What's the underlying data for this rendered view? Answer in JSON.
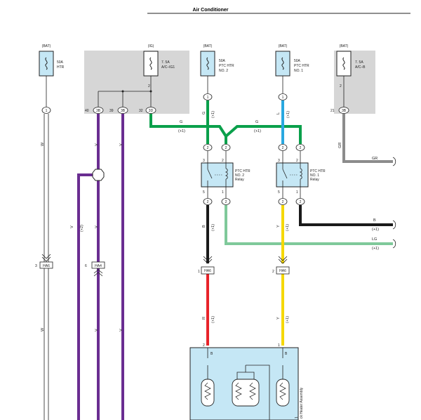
{
  "title": "Air Conditioner",
  "colors": {
    "green": "#0aa04b",
    "purple": "#6a2d91",
    "cyan": "#29a8e0",
    "yellow": "#f5d800",
    "red": "#e8242a",
    "black": "#1a1a1a",
    "gray": "#8c8c8c",
    "lightgreen": "#7fc99a",
    "box_blue": "#c5e7f5",
    "gray_box": "#d6d6d6"
  },
  "fuses": {
    "htr": {
      "source": "(BAT)",
      "rating": "50A",
      "name": "HTR"
    },
    "ig1": {
      "source": "(IG)",
      "rating": "7. 5A",
      "name": "A/C–IG1"
    },
    "ptc2": {
      "source": "(BAT)",
      "rating": "50A",
      "name1": "PTC HTR",
      "name2": "NO. 2"
    },
    "ptc1": {
      "source": "(BAT)",
      "rating": "50A",
      "name1": "PTC HTR",
      "name2": "NO. 1"
    },
    "acb": {
      "source": "(BAT)",
      "rating": "7. 5A",
      "name": "A/C–B"
    }
  },
  "relays": {
    "r2": {
      "line1": "PTC HTR",
      "line2": "NO. 2",
      "line3": "Relay"
    },
    "r1": {
      "line1": "PTC HTR",
      "line2": "NO. 1",
      "line3": "Relay"
    }
  },
  "terminals": {
    "one": "1",
    "two": "2",
    "t40": "40",
    "t39": "39",
    "t32": "32",
    "t21": "21",
    "t3": "3",
    "t5": "5",
    "t6": "6",
    "c3b": "3B",
    "c3d": "3D"
  },
  "connectors": {
    "ha6": "HA6",
    "ha4": "HA4"
  },
  "wires": {
    "w": "W",
    "v": "V",
    "g": "G",
    "gr": "GR",
    "b": "B",
    "lg": "LG",
    "y": "Y",
    "r": "R",
    "l": "L",
    "plus1": "(+1)",
    "plus2": "(+2)"
  },
  "heater": {
    "label_b": "B",
    "side_label": "ck Heater Assembly",
    "tag": "1"
  }
}
